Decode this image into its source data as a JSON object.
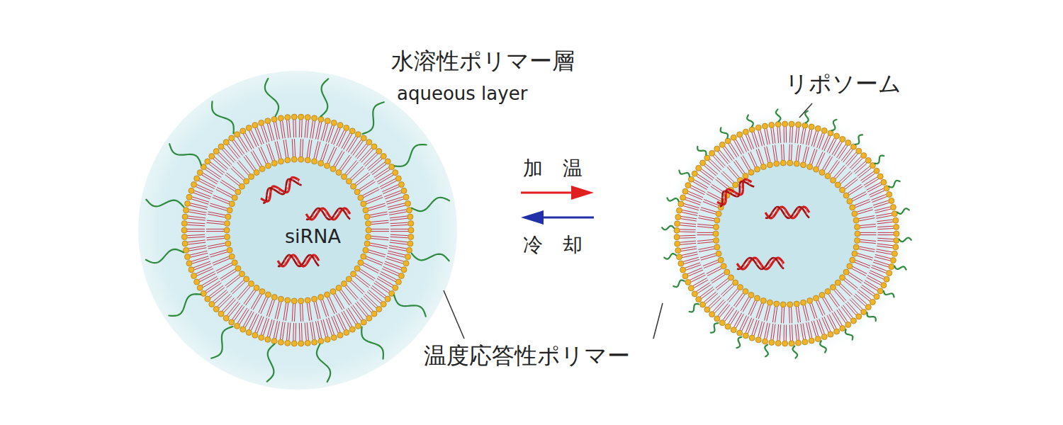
{
  "diagram": {
    "labels": [
      "水溶性ポリマー層",
      "aqueous layer",
      "リポソーム",
      "加　温",
      "冷　却",
      "siRNA",
      "温度応答性ポリマー"
    ]
  }
}
